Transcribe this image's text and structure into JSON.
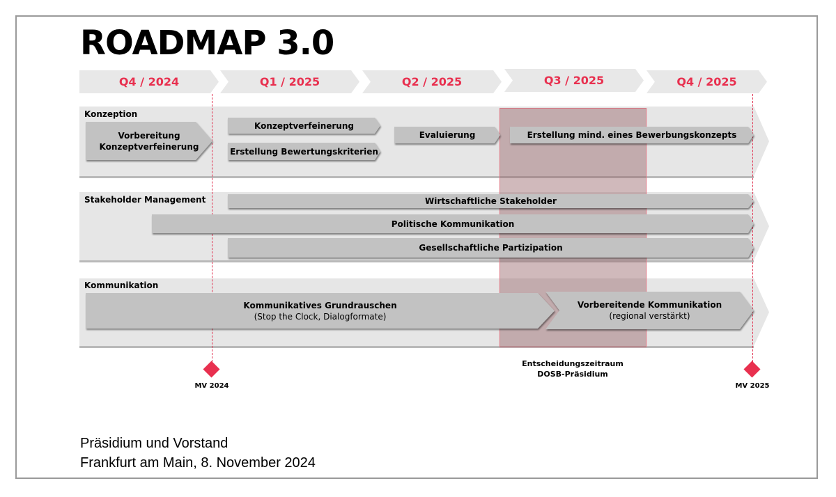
{
  "title": "ROADMAP 3.0",
  "quarters": [
    "Q4 / 2024",
    "Q1 / 2025",
    "Q2 / 2025",
    "Q3 / 2025",
    "Q4 / 2025"
  ],
  "lanes": {
    "konzeption": "Konzeption",
    "stakeholder": "Stakeholder Management",
    "kommunikation": "Kommunikation"
  },
  "bars": {
    "vorbereitung_1": "Vorbereitung",
    "vorbereitung_2": "Konzeptverfeinerung",
    "konzeptverfeinerung": "Konzeptverfeinerung",
    "bewertungskriterien": "Erstellung Bewertungskriterien",
    "evaluierung": "Evaluierung",
    "bewerbungskonzept": "Erstellung mind. eines Bewerbungskonzepts",
    "wirtschaftliche": "Wirtschaftliche Stakeholder",
    "politische": "Politische Kommunikation",
    "gesellschaftliche": "Gesellschaftliche Partizipation",
    "grundrauschen_title": "Kommunikatives Grundrauschen",
    "grundrauschen_sub": "(Stop the Clock, Dialogformate)",
    "vorbereitende_title": "Vorbereitende Kommunikation",
    "vorbereitende_sub": "(regional verstärkt)"
  },
  "decision": {
    "line1": "Entscheidungszeitraum",
    "line2": "DOSB-Präsidium"
  },
  "milestones": {
    "mv2024": "MV 2024",
    "mv2025": "MV 2025"
  },
  "footer": {
    "line1": "Präsidium und Vorstand",
    "line2": "Frankfurt am Main, 8. November 2024"
  },
  "colors": {
    "accent": "#e8304f",
    "bar": "#c2c2c2",
    "band": "#e6e6e6",
    "decision": "#a46f75"
  }
}
